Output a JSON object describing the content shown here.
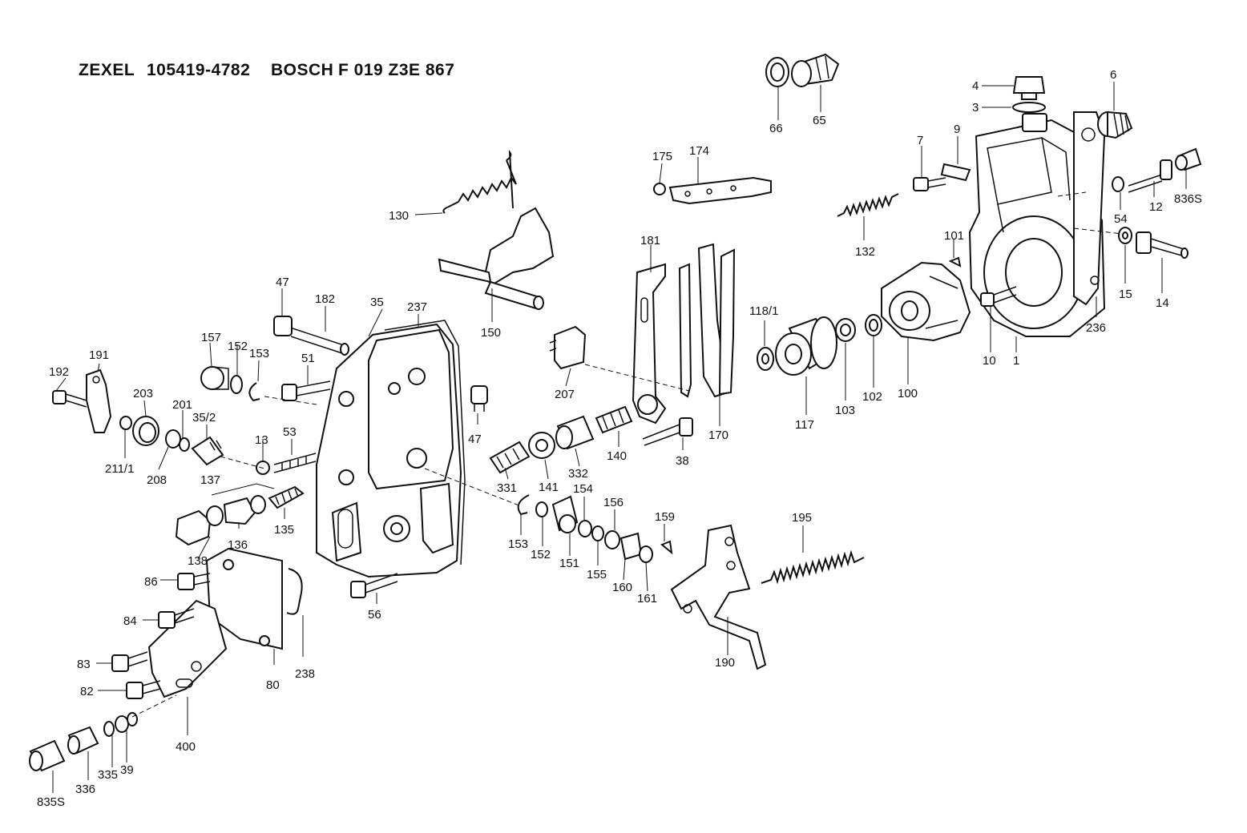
{
  "header": {
    "maker1": "ZEXEL",
    "part_no": "105419-4782",
    "maker2": "BOSCH",
    "bosch_no": "F 019 Z3E 867"
  },
  "callouts": {
    "c1": "1",
    "c3": "3",
    "c4": "4",
    "c6": "6",
    "c7": "7",
    "c9": "9",
    "c10": "10",
    "c12": "12",
    "c13": "13",
    "c14": "14",
    "c15": "15",
    "c35": "35",
    "c35_2": "35/2",
    "c38": "38",
    "c39": "39",
    "c47a": "47",
    "c47b": "47",
    "c51": "51",
    "c53": "53",
    "c54": "54",
    "c56": "56",
    "c65": "65",
    "c66": "66",
    "c80": "80",
    "c82": "82",
    "c83": "83",
    "c84": "84",
    "c86": "86",
    "c100": "100",
    "c101": "101",
    "c102": "102",
    "c103": "103",
    "c117": "117",
    "c118_1": "118/1",
    "c130": "130",
    "c132": "132",
    "c135": "135",
    "c136": "136",
    "c137": "137",
    "c138": "138",
    "c140": "140",
    "c141": "141",
    "c150": "150",
    "c151": "151",
    "c152a": "152",
    "c152b": "152",
    "c153a": "153",
    "c153b": "153",
    "c154": "154",
    "c155": "155",
    "c156": "156",
    "c157": "157",
    "c159": "159",
    "c160": "160",
    "c161": "161",
    "c170": "170",
    "c174": "174",
    "c175": "175",
    "c181": "181",
    "c182": "182",
    "c190": "190",
    "c191": "191",
    "c192": "192",
    "c195": "195",
    "c201": "201",
    "c203": "203",
    "c207": "207",
    "c208": "208",
    "c211_1": "211/1",
    "c236": "236",
    "c237": "237",
    "c238": "238",
    "c331": "331",
    "c332": "332",
    "c335": "335",
    "c336": "336",
    "c400": "400",
    "c835s": "835S",
    "c836s": "836S"
  }
}
